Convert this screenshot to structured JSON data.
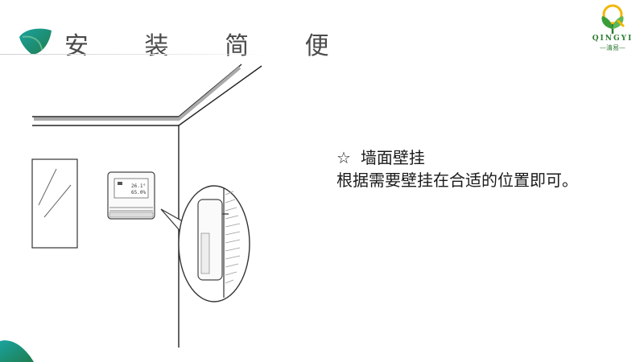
{
  "header": {
    "title": "安 装 简 便"
  },
  "brand": {
    "name": "QINGYI",
    "tagline": "—清易—"
  },
  "device": {
    "temperature": "26.1°",
    "humidity": "65.0%"
  },
  "caption": {
    "star": "☆",
    "heading": "墙面壁挂",
    "body": "根据需要壁挂在合适的位置即可。"
  }
}
